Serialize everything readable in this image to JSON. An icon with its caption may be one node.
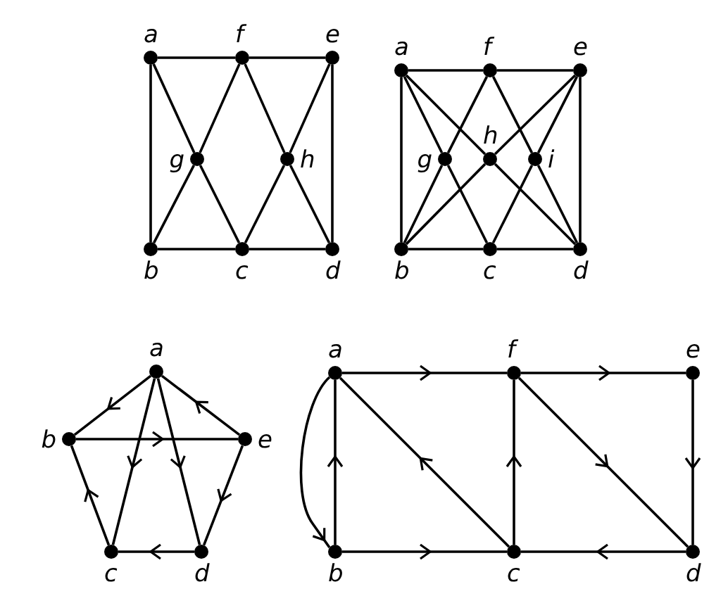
{
  "diagram": {
    "nodes": [
      {
        "text": [
          "a"
        ]
      },
      {
        "text": [
          "f"
        ]
      },
      {
        "text": [
          "e"
        ]
      },
      {
        "text": [
          "g"
        ]
      },
      {
        "text": [
          "h"
        ]
      },
      {
        "text": [
          "b"
        ]
      },
      {
        "text": [
          "c"
        ]
      },
      {
        "text": [
          "d"
        ]
      },
      {
        "text": [
          "a"
        ]
      },
      {
        "text": [
          "f"
        ]
      },
      {
        "text": [
          "e"
        ]
      },
      {
        "text": [
          "g"
        ]
      },
      {
        "text": [
          "h"
        ]
      },
      {
        "text": [
          "i"
        ]
      },
      {
        "text": [
          "b"
        ]
      },
      {
        "text": [
          "c"
        ]
      },
      {
        "text": [
          "d"
        ]
      },
      {
        "text": [
          "a"
        ]
      },
      {
        "text": [
          "b"
        ]
      },
      {
        "text": [
          "e"
        ]
      },
      {
        "text": [
          "c"
        ]
      },
      {
        "text": [
          "d"
        ]
      },
      {
        "text": [
          "a"
        ]
      },
      {
        "text": [
          "f"
        ]
      },
      {
        "text": [
          "e"
        ]
      },
      {
        "text": [
          "b"
        ]
      },
      {
        "text": [
          "c"
        ]
      },
      {
        "text": [
          "d"
        ]
      }
    ],
    "edges": [
      {
        "from": 0,
        "to": 1,
        "arrow": "none"
      },
      {
        "from": 1,
        "to": 2,
        "arrow": "none"
      },
      {
        "from": 0,
        "to": 5,
        "arrow": "none"
      },
      {
        "from": 2,
        "to": 7,
        "arrow": "none"
      },
      {
        "from": 5,
        "to": 6,
        "arrow": "none"
      },
      {
        "from": 6,
        "to": 7,
        "arrow": "none"
      },
      {
        "from": 0,
        "to": 3,
        "arrow": "none"
      },
      {
        "from": 3,
        "to": 6,
        "arrow": "none"
      },
      {
        "from": 1,
        "to": 3,
        "arrow": "none"
      },
      {
        "from": 3,
        "to": 5,
        "arrow": "none"
      },
      {
        "from": 1,
        "to": 4,
        "arrow": "none"
      },
      {
        "from": 4,
        "to": 7,
        "arrow": "none"
      },
      {
        "from": 2,
        "to": 4,
        "arrow": "none"
      },
      {
        "from": 4,
        "to": 6,
        "arrow": "none"
      },
      {
        "from": 8,
        "to": 9,
        "arrow": "none"
      },
      {
        "from": 9,
        "to": 10,
        "arrow": "none"
      },
      {
        "from": 8,
        "to": 14,
        "arrow": "none"
      },
      {
        "from": 10,
        "to": 16,
        "arrow": "none"
      },
      {
        "from": 14,
        "to": 15,
        "arrow": "none"
      },
      {
        "from": 15,
        "to": 16,
        "arrow": "none"
      },
      {
        "from": 8,
        "to": 11,
        "arrow": "none"
      },
      {
        "from": 11,
        "to": 15,
        "arrow": "none"
      },
      {
        "from": 9,
        "to": 11,
        "arrow": "none"
      },
      {
        "from": 11,
        "to": 14,
        "arrow": "none"
      },
      {
        "from": 8,
        "to": 12,
        "arrow": "none"
      },
      {
        "from": 12,
        "to": 16,
        "arrow": "none"
      },
      {
        "from": 10,
        "to": 12,
        "arrow": "none"
      },
      {
        "from": 12,
        "to": 14,
        "arrow": "none"
      },
      {
        "from": 9,
        "to": 13,
        "arrow": "none"
      },
      {
        "from": 13,
        "to": 16,
        "arrow": "none"
      },
      {
        "from": 10,
        "to": 13,
        "arrow": "none"
      },
      {
        "from": 13,
        "to": 15,
        "arrow": "none"
      },
      {
        "from": 17,
        "to": 18,
        "arrow": "to"
      },
      {
        "from": 19,
        "to": 17,
        "arrow": "to"
      },
      {
        "from": 18,
        "to": 19,
        "arrow": "to"
      },
      {
        "from": 17,
        "to": 20,
        "arrow": "to"
      },
      {
        "from": 17,
        "to": 21,
        "arrow": "to"
      },
      {
        "from": 19,
        "to": 21,
        "arrow": "to"
      },
      {
        "from": 21,
        "to": 20,
        "arrow": "to"
      },
      {
        "from": 20,
        "to": 18,
        "arrow": "to"
      },
      {
        "from": 22,
        "to": 23,
        "arrow": "to"
      },
      {
        "from": 23,
        "to": 24,
        "arrow": "to"
      },
      {
        "from": 24,
        "to": 27,
        "arrow": "to"
      },
      {
        "from": 23,
        "to": 27,
        "arrow": "to"
      },
      {
        "from": 26,
        "to": 23,
        "arrow": "to"
      },
      {
        "from": 26,
        "to": 22,
        "arrow": "to"
      },
      {
        "from": 25,
        "to": 26,
        "arrow": "to"
      },
      {
        "from": 27,
        "to": 26,
        "arrow": "to"
      },
      {
        "from": 25,
        "to": 22,
        "arrow": "to"
      },
      {
        "from": 22,
        "to": 25,
        "arrow": "to"
      }
    ]
  }
}
